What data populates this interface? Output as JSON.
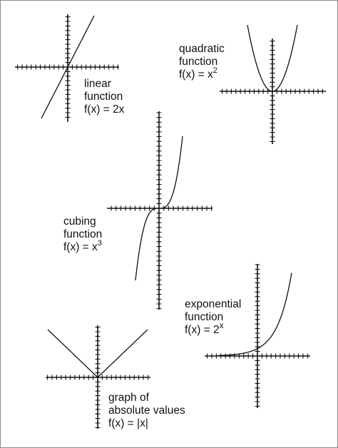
{
  "graphs": [
    {
      "id": "linear",
      "label_lines": [
        "linear",
        "function"
      ],
      "formula_lhs": "f(x) = ",
      "formula_base": "2x",
      "formula_sup": ""
    },
    {
      "id": "quadratic",
      "label_lines": [
        "quadratic",
        "function"
      ],
      "formula_lhs": "f(x) = ",
      "formula_base": "x",
      "formula_sup": "2"
    },
    {
      "id": "cubing",
      "label_lines": [
        "cubing",
        "function"
      ],
      "formula_lhs": "f(x) = ",
      "formula_base": "x",
      "formula_sup": "3"
    },
    {
      "id": "exponential",
      "label_lines": [
        "exponential",
        "function"
      ],
      "formula_lhs": "f(x) = ",
      "formula_base": "2",
      "formula_sup": "x"
    },
    {
      "id": "absolute",
      "label_lines": [
        "graph of",
        "absolute values"
      ],
      "formula_lhs": "f(x) = ",
      "formula_base": "|x|",
      "formula_sup": ""
    }
  ],
  "colors": {
    "ink": "#111111",
    "border": "#8a8a8a",
    "background": "#ffffff"
  }
}
